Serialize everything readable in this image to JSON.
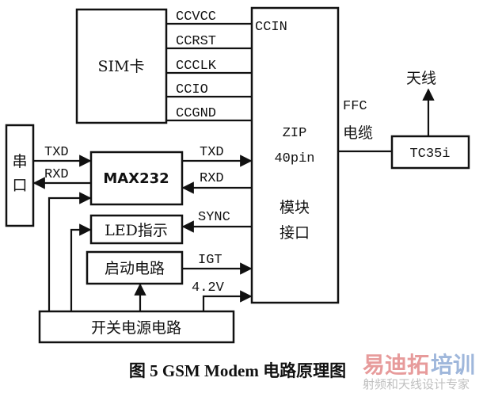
{
  "blocks": {
    "sim": "SIM卡",
    "zip": [
      "ZIP",
      "40pin",
      "模块",
      "接口"
    ],
    "serial": [
      "串",
      "口"
    ],
    "max232": "MAX232",
    "led": "LED指示",
    "startup": "启动电路",
    "power": "开关电源电路",
    "tc35i": "TC35i"
  },
  "signals": {
    "sim": [
      "CCVCC",
      "CCRST",
      "CCCLK",
      "CCIO",
      "CCGND"
    ],
    "ccin": "CCIN",
    "serial_txd": "TXD",
    "serial_rxd": "RXD",
    "zip_txd": "TXD",
    "zip_rxd": "RXD",
    "sync": "SYNC",
    "igt": "IGT",
    "vcc": "4.2V",
    "ffc": [
      "FFC",
      "电缆"
    ],
    "antenna": "天线"
  },
  "caption": "图 5   GSM Modem 电路原理图",
  "watermark": {
    "main": [
      "易迪拓",
      "培训"
    ],
    "sub": "射频和天线设计专家",
    "colors": {
      "red": "#e07a7a",
      "blue": "#7f9fd0"
    }
  }
}
